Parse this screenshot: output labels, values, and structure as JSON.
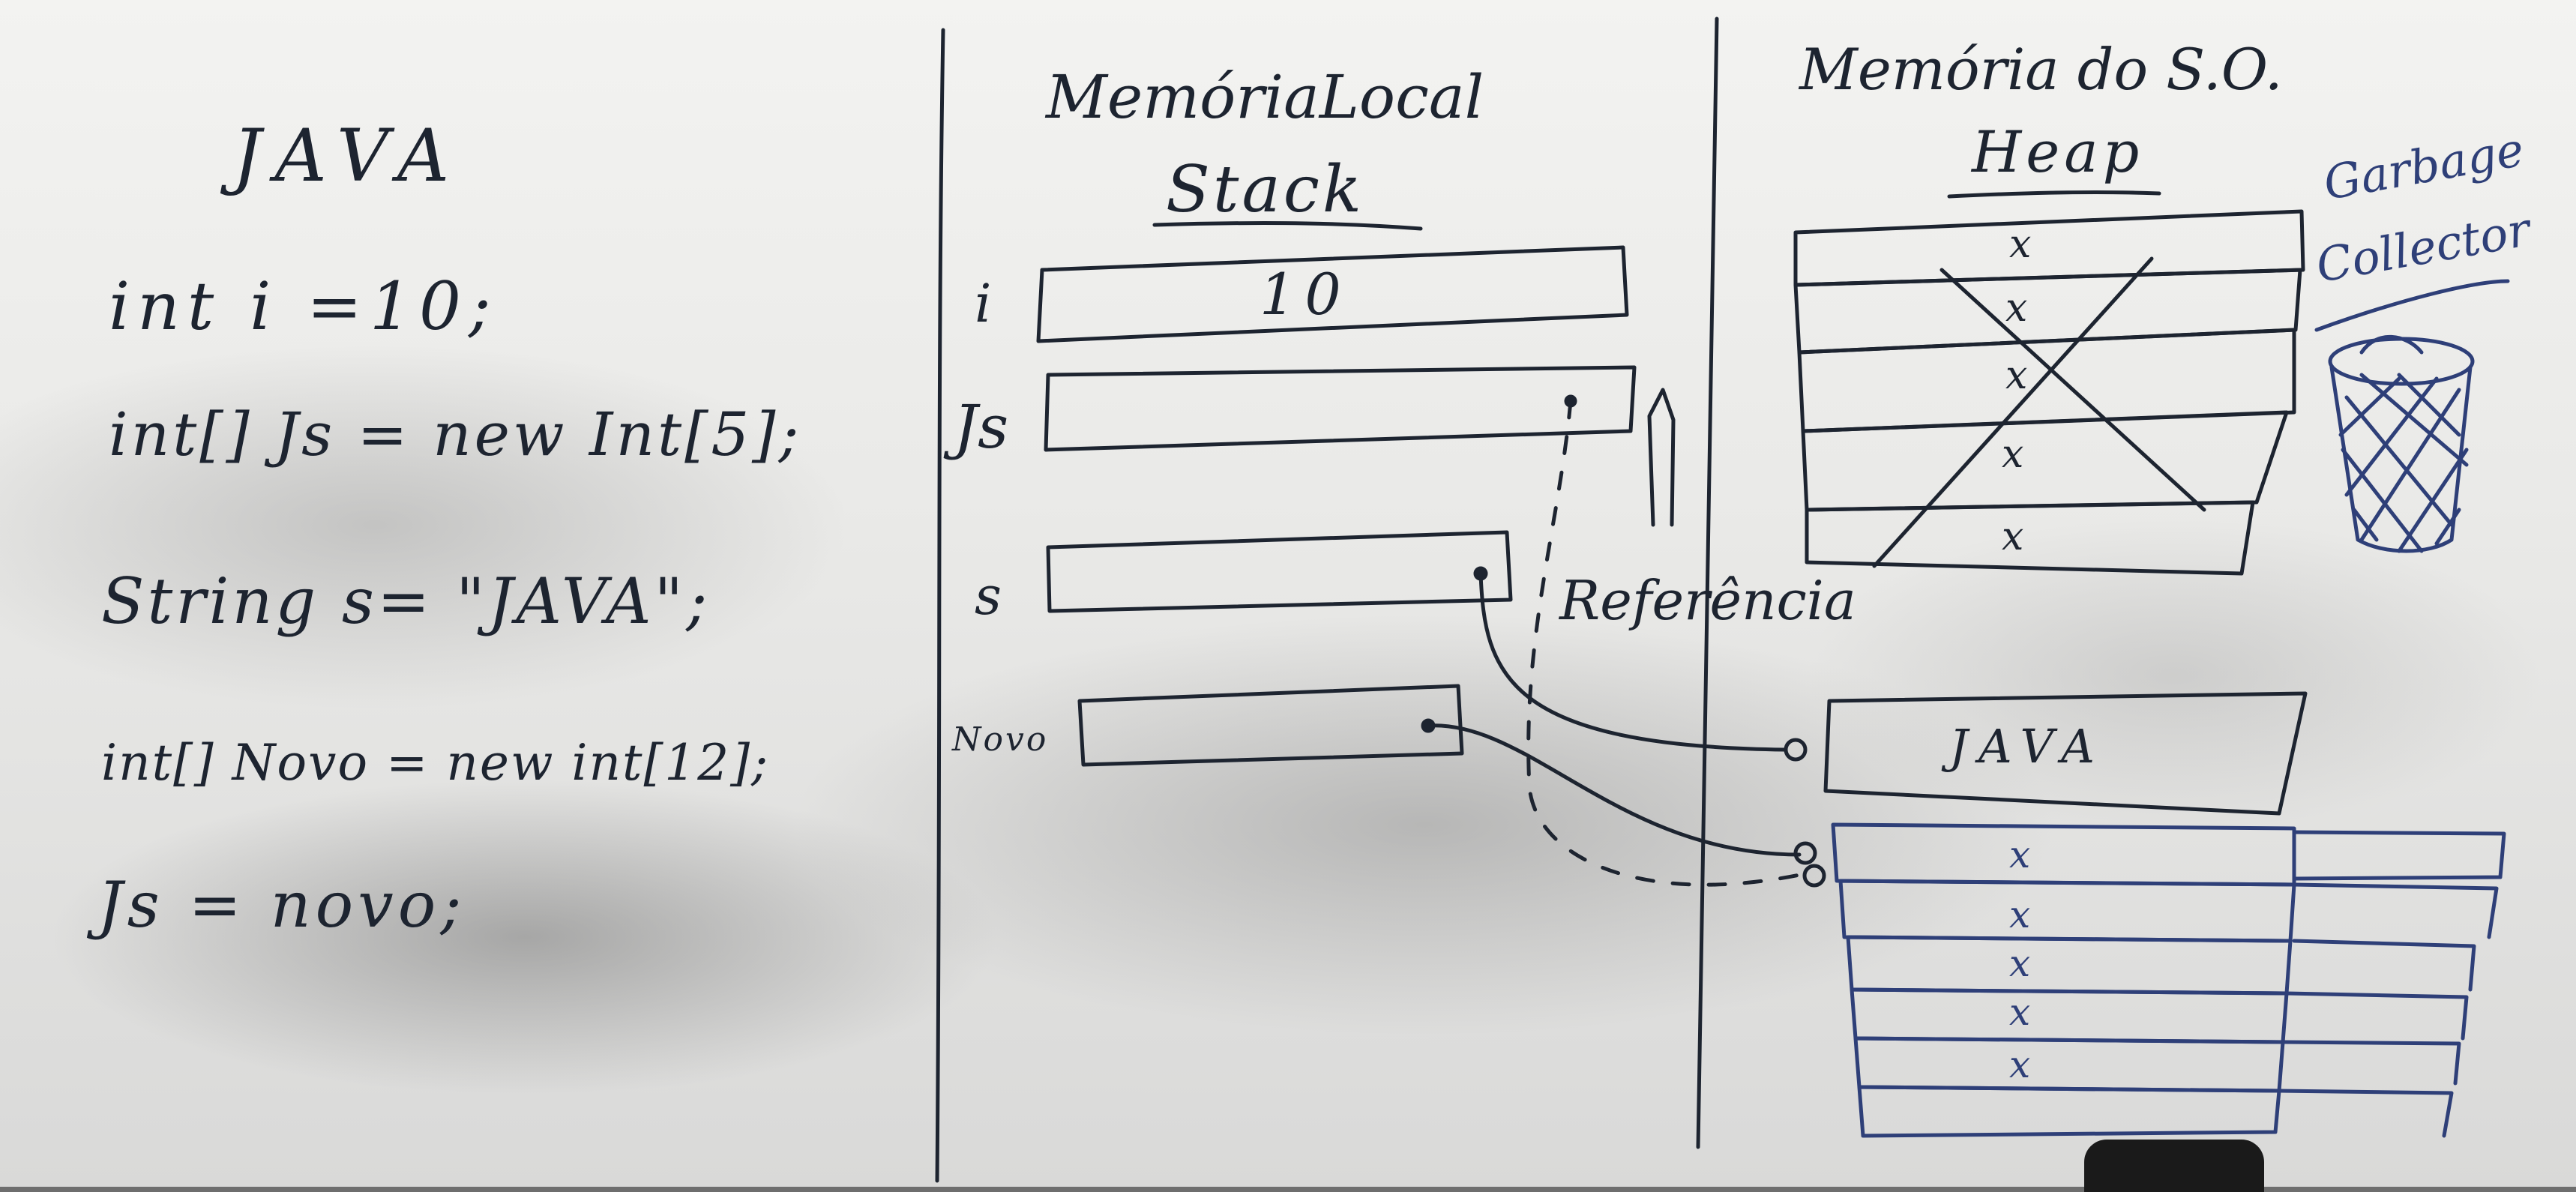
{
  "left_panel": {
    "title": "JAVA",
    "code_lines": [
      "int i =10;",
      "int[] Js = new Int[5];",
      "String s= \"JAVA\";",
      "int[] Novo = new int[12];",
      "Js = novo;"
    ]
  },
  "stack_panel": {
    "title": "MemóriaLocal",
    "subtitle": "Stack",
    "var_i_label": "i",
    "var_i_value": "10",
    "var_js_label": "Js",
    "var_s_label": "s",
    "var_novo_label": "Novo"
  },
  "heap_panel": {
    "title": "Memória do S.O.",
    "subtitle": "Heap",
    "top_array_cells": [
      "x",
      "x",
      "x",
      "x",
      "x"
    ],
    "reference_label": "Referência",
    "string_object": "JAVA",
    "new_array_cells": [
      "x",
      "x",
      "x",
      "x",
      "x"
    ]
  },
  "garbage": {
    "label_line1": "Garbage",
    "label_line2": "Collector"
  }
}
